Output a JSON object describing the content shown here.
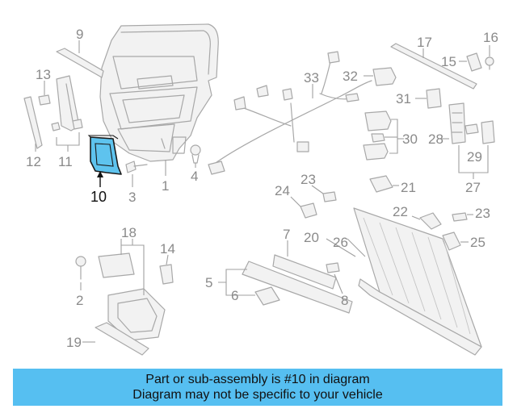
{
  "diagram": {
    "highlight_color": "#5ec3ee",
    "highlighted_part": "10",
    "labels": {
      "p1": "1",
      "p2": "2",
      "p3": "3",
      "p4": "4",
      "p5": "5",
      "p6": "6",
      "p7": "7",
      "p8": "8",
      "p9": "9",
      "p10": "10",
      "p11": "11",
      "p12": "12",
      "p13": "13",
      "p14": "14",
      "p15": "15",
      "p16": "16",
      "p17": "17",
      "p18": "18",
      "p19": "19",
      "p20": "20",
      "p21": "21",
      "p22": "22",
      "p23a": "23",
      "p23b": "23",
      "p24": "24",
      "p25": "25",
      "p26": "26",
      "p27": "27",
      "p28": "28",
      "p29": "29",
      "p30": "30",
      "p31": "31",
      "p32": "32",
      "p33": "33"
    }
  },
  "banner": {
    "line1": "Part or sub-assembly is #10 in diagram",
    "line2": "Diagram may not be specific to your vehicle",
    "color": "#56bff1"
  }
}
